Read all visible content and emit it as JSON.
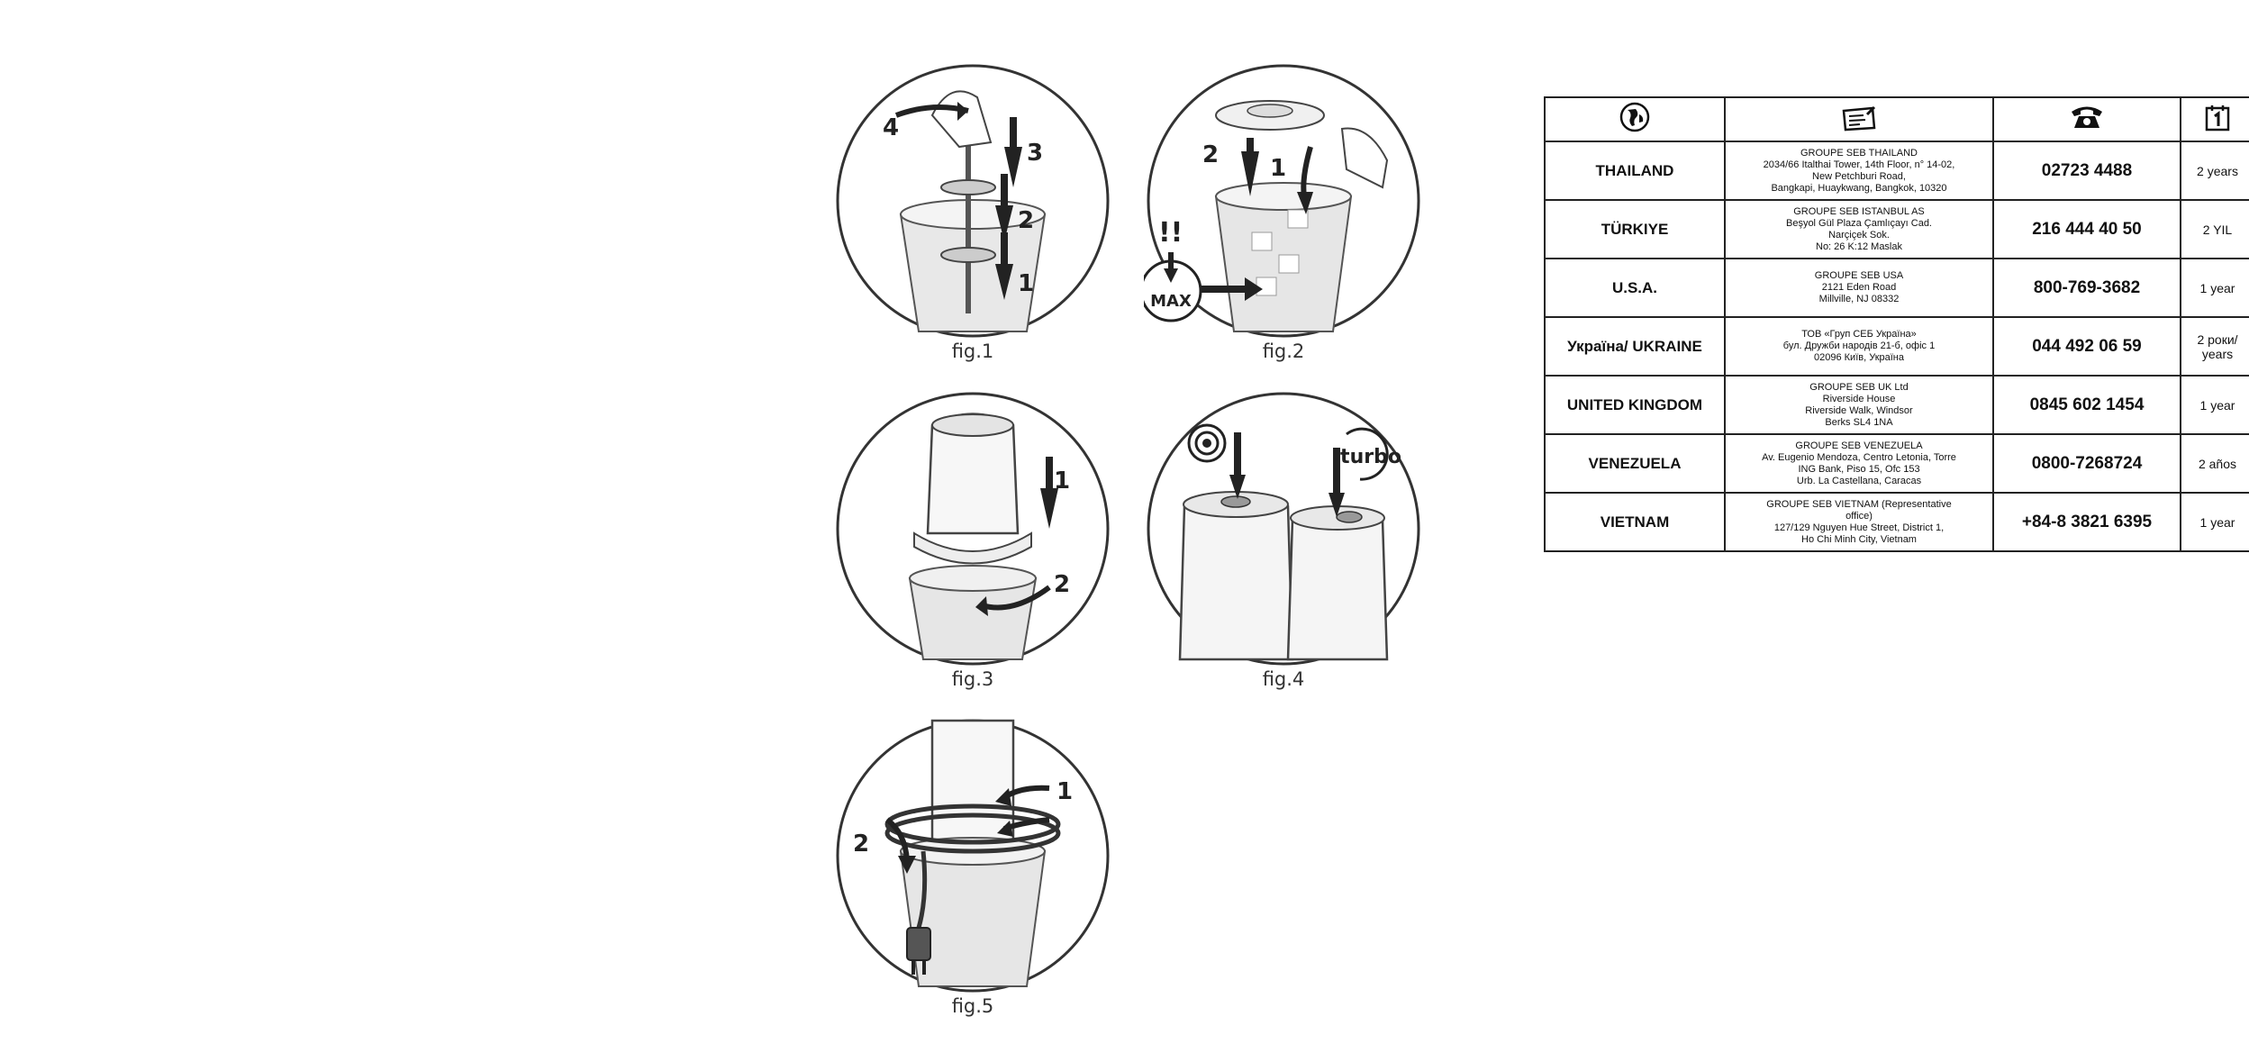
{
  "figures": [
    {
      "caption": "fig.1",
      "step_numbers": [
        "4",
        "3",
        "2",
        "1"
      ]
    },
    {
      "caption": "fig.2",
      "step_numbers": [
        "2",
        "1"
      ],
      "warning": "!!",
      "max_label": "MAX"
    },
    {
      "caption": "fig.3",
      "step_numbers": [
        "1",
        "2"
      ]
    },
    {
      "caption": "fig.4",
      "turbo_label": "turbo"
    },
    {
      "caption": "fig.5",
      "step_numbers": [
        "1",
        "2"
      ]
    }
  ],
  "table": {
    "header_icons": [
      "globe-icon",
      "address-card-icon",
      "telephone-icon",
      "calendar-one-icon"
    ],
    "rows": [
      {
        "country": "THAILAND",
        "address": [
          "GROUPE SEB THAILAND",
          "2034/66 Italthai Tower, 14th Floor, n° 14-02,",
          "New Petchburi Road,",
          "Bangkapi, Huaykwang, Bangkok, 10320"
        ],
        "phone": "02723 4488",
        "warranty": "2 years"
      },
      {
        "country": "TÜRKIYE",
        "address": [
          "GROUPE SEB ISTANBUL AS",
          "Beşyol Gül Plaza Çamlıçayı Cad.",
          "Narçiçek Sok.",
          "No: 26 K:12 Maslak"
        ],
        "phone": "216 444 40 50",
        "warranty": "2 YIL"
      },
      {
        "country": "U.S.A.",
        "address": [
          "GROUPE SEB USA",
          "2121 Eden Road",
          "Millville, NJ 08332"
        ],
        "phone": "800-769-3682",
        "warranty": "1 year"
      },
      {
        "country": "Україна/ UKRAINE",
        "address": [
          "ТОВ «Груп СЕБ Україна»",
          "бул. Дружби народів 21-б, офіс 1",
          "02096 Київ, Україна"
        ],
        "phone": "044 492 06 59",
        "warranty": "2 роки/ years"
      },
      {
        "country": "UNITED KINGDOM",
        "address": [
          "GROUPE SEB UK Ltd",
          "Riverside House",
          "Riverside Walk, Windsor",
          "Berks SL4 1NA"
        ],
        "phone": "0845 602 1454",
        "warranty": "1 year"
      },
      {
        "country": "VENEZUELA",
        "address": [
          "GROUPE SEB VENEZUELA",
          "Av. Eugenio Mendoza, Centro Letonia, Torre",
          "ING Bank, Piso 15, Ofc 153",
          "Urb. La Castellana, Caracas"
        ],
        "phone": "0800-7268724",
        "warranty": "2 años"
      },
      {
        "country": "VIETNAM",
        "address": [
          "GROUPE SEB VIETNAM (Representative",
          "office)",
          "127/129 Nguyen Hue Street, District 1,",
          "Ho Chi Minh City, Vietnam"
        ],
        "phone": "+84-8 3821 6395",
        "warranty": "1 year"
      }
    ]
  }
}
